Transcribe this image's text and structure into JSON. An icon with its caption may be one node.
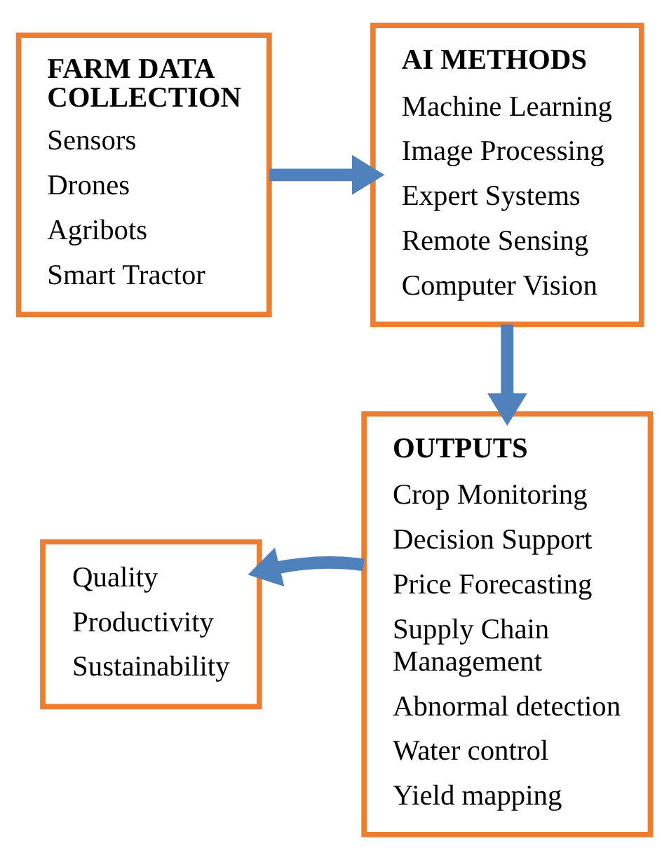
{
  "diagram": {
    "nodes": [
      {
        "text": [
          "FARM DATA COLLECTION",
          "Sensors",
          "Drones",
          "Agribots",
          "Smart Tractor"
        ]
      },
      {
        "text": [
          "AI METHODS",
          "Machine Learning",
          "Image Processing",
          "Expert Systems",
          "Remote Sensing",
          "Computer Vision"
        ]
      },
      {
        "text": [
          "OUTPUTS",
          "Crop Monitoring",
          "Decision Support",
          "Price Forecasting",
          "Supply Chain Management",
          "Abnormal detection",
          "Water control",
          "Yield mapping"
        ]
      },
      {
        "text": [
          "Quality",
          "Productivity",
          "Sustainability"
        ]
      }
    ],
    "edges": [
      {
        "from": 0,
        "to": 1,
        "arrow": "to"
      },
      {
        "from": 1,
        "to": 2,
        "arrow": "to"
      },
      {
        "from": 2,
        "to": 3,
        "arrow": "to"
      }
    ]
  }
}
